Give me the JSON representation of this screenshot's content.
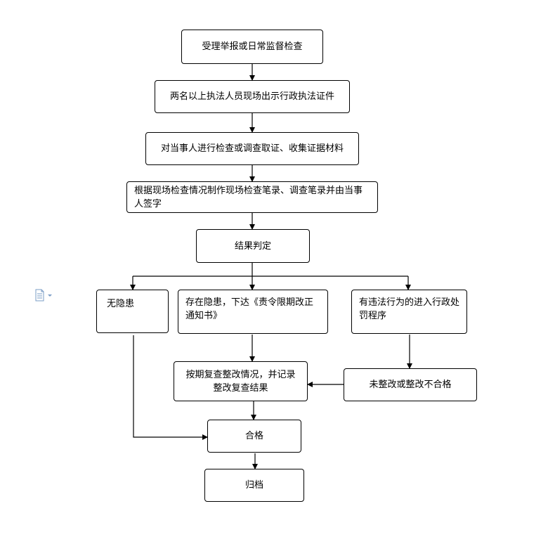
{
  "nodes": {
    "accept": "受理举报或日常监督检查",
    "officers": "两名以上执法人员现场出示行政执法证件",
    "investigate": "对当事人进行检查或调查取证、收集证据材料",
    "record": "根据现场检查情况制作现场检查笔录、调查笔录并由当事人签字",
    "judgment": "结果判定",
    "no_hazard": "无隐患",
    "hazard": "存在隐患，下达《责令限期改正通知书》",
    "violation": "有违法行为的进入行政处罚程序",
    "recheck": "按期复查整改情况，并记录整改复查结果",
    "failed": "未整改或整改不合格",
    "qualified": "合格",
    "archive": "归档"
  },
  "icons": {
    "document": "document-icon"
  },
  "colors": {
    "line": "#000000",
    "icon": "#7a9cc6"
  }
}
